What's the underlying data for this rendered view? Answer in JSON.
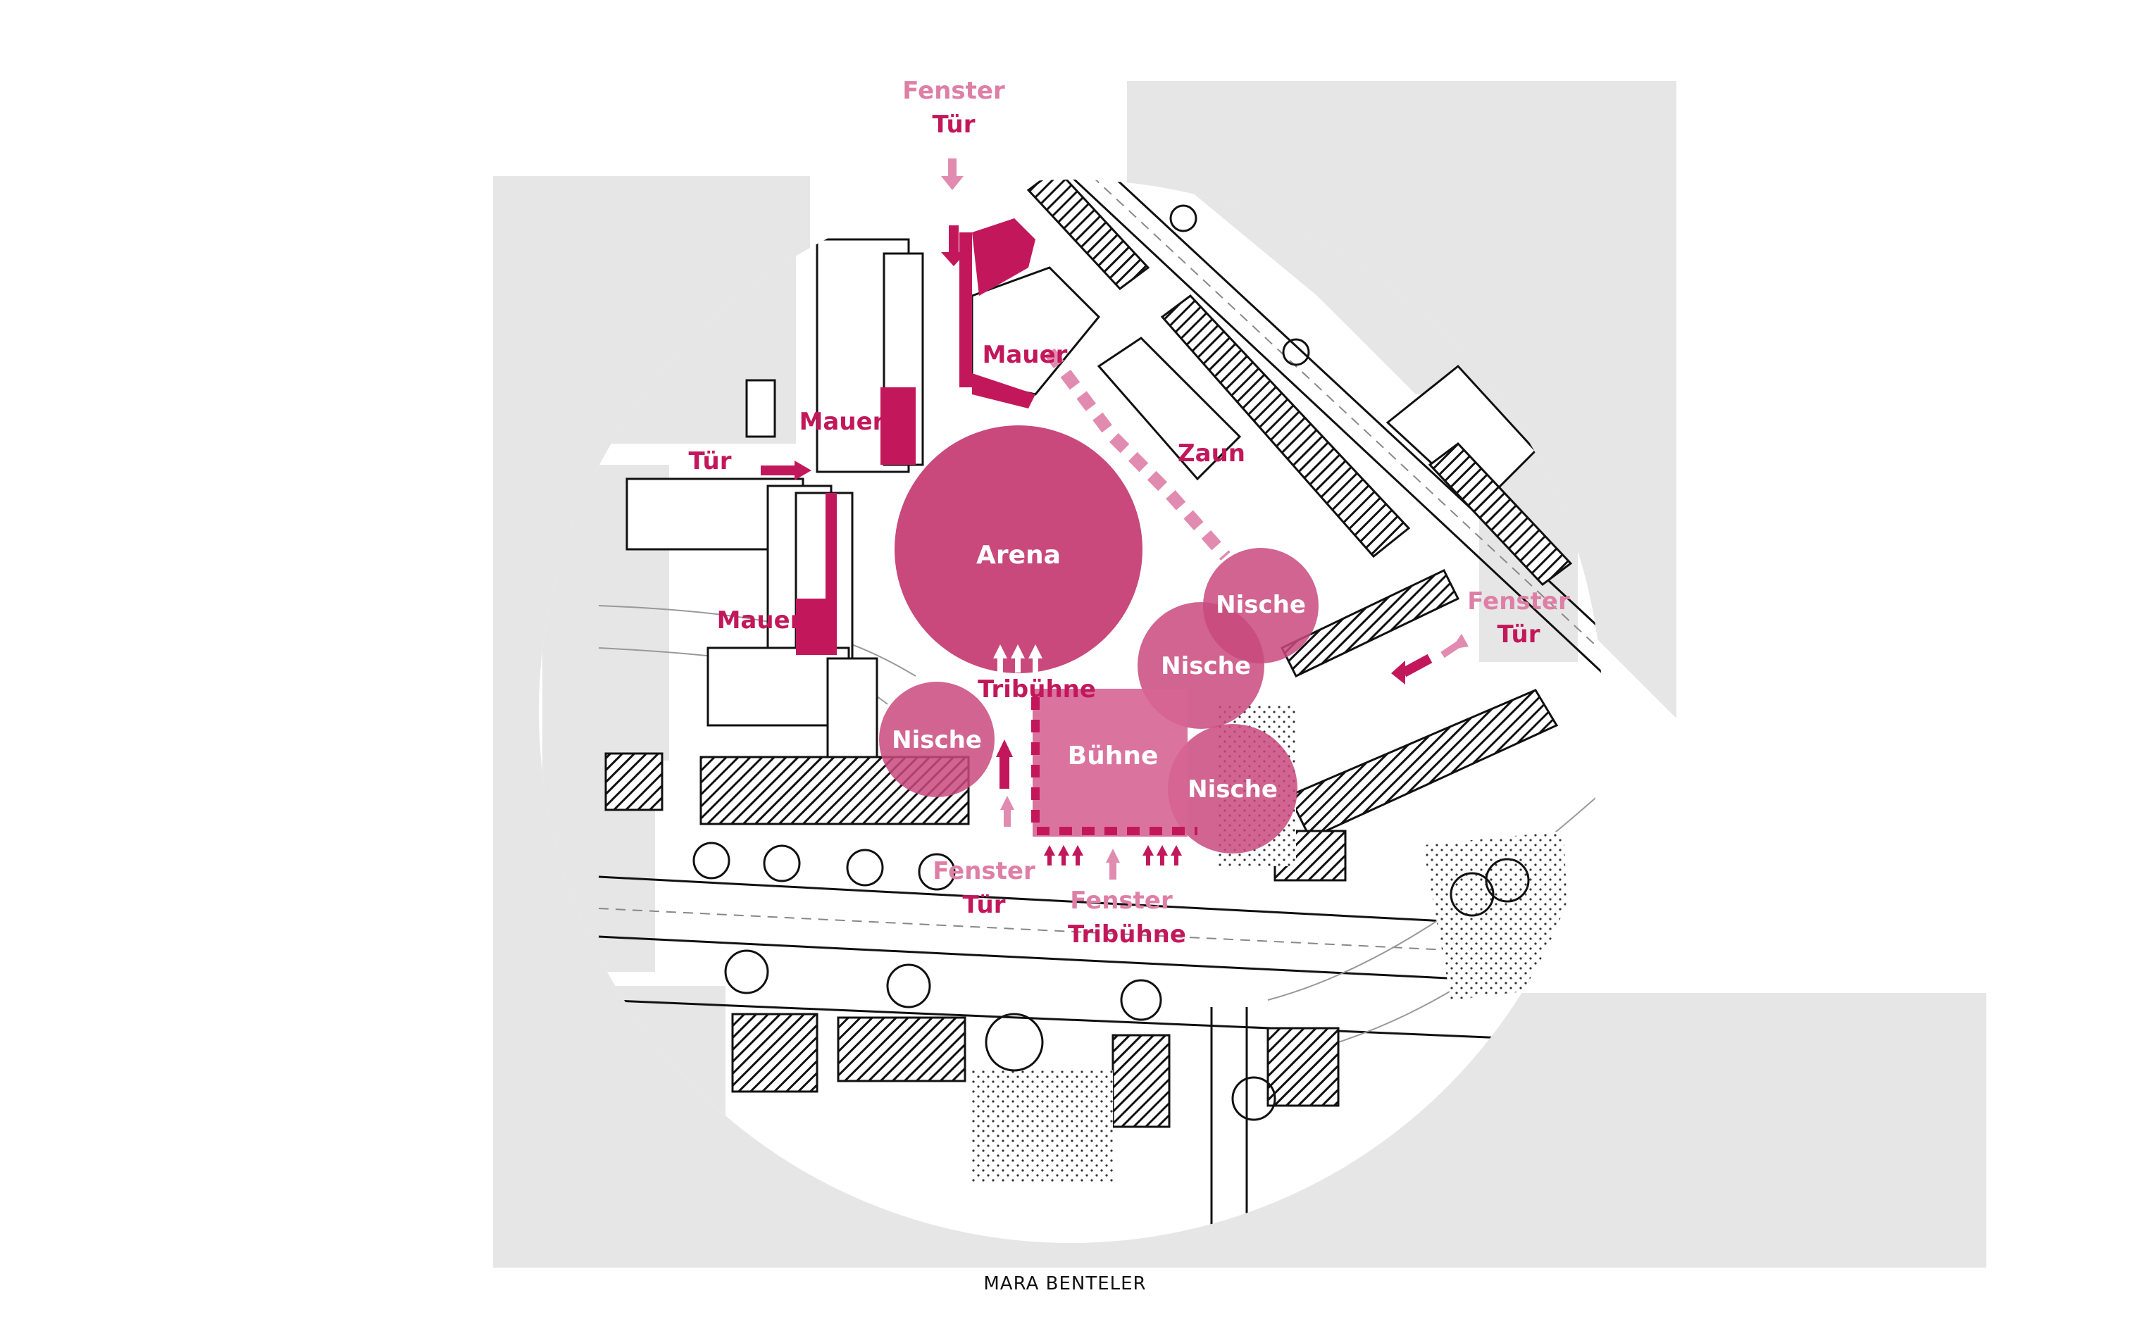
{
  "colors": {
    "magenta": "#c2185b",
    "zone_fill": "#c9497c",
    "light_pink": "#e28bb0",
    "context_gray": "#e6e6e6",
    "line": "#111111"
  },
  "labels": {
    "fenster": "Fenster",
    "tuer": "Tür",
    "mauer": "Mauer",
    "zaun": "Zaun",
    "tribuehne": "Tribühne",
    "arena": "Arena",
    "buehne": "Bühne",
    "nische": "Nische",
    "fenster_tribuehne_a": "Fenster",
    "fenster_tribuehne_b": "Tribühne"
  },
  "credit": "MARA BENTELER"
}
